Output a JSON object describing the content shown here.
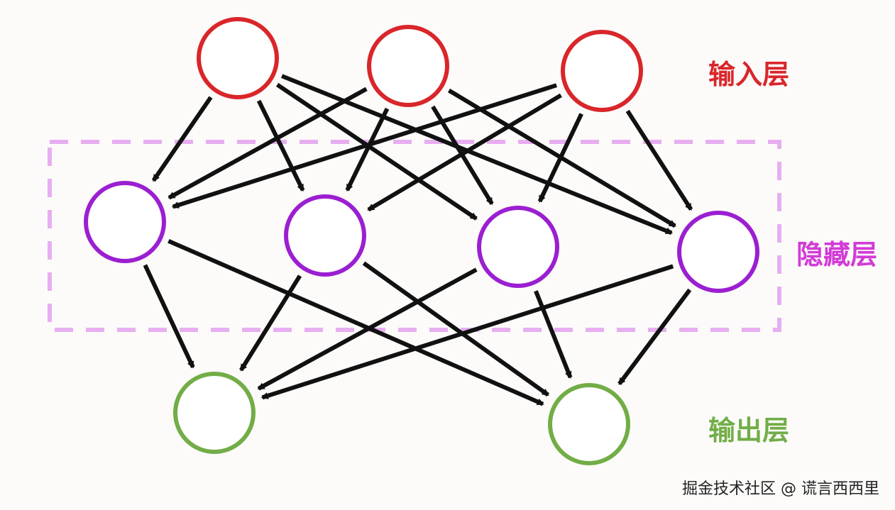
{
  "labels": {
    "input": "输入层",
    "hidden": "隐藏层",
    "output": "输出层"
  },
  "watermark": "掘金技术社区 @ 谎言西西里",
  "colors": {
    "input": "#d9262a",
    "hidden": "#9b1fd1",
    "hidden_box": "#e7aef0",
    "hidden_label": "#d23bd6",
    "output": "#72ad47",
    "arrow": "#111111",
    "background": "#fcfbf9"
  },
  "layers": {
    "input_count": 3,
    "hidden_count": 4,
    "output_count": 2
  }
}
